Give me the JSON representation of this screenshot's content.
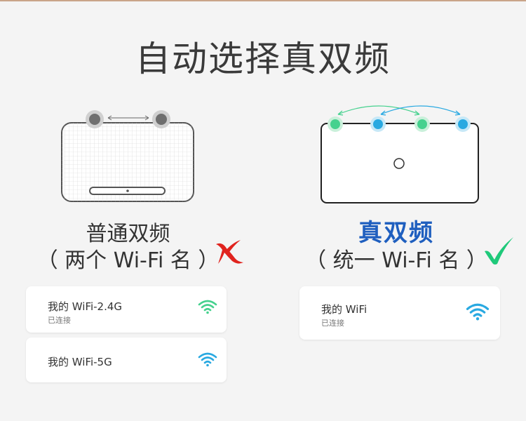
{
  "title": "自动选择真双频",
  "left": {
    "name": "普通双频",
    "subtitle": "（ 两个 Wi-Fi 名 ）",
    "networks": [
      {
        "name": "我的 WiFi-2.4G",
        "status": "已连接",
        "icon": "wifi-icon-green"
      },
      {
        "name": "我的 WiFi-5G",
        "icon": "wifi-icon-blue"
      }
    ],
    "mark_icon": "cross-icon"
  },
  "right": {
    "name": "真双频",
    "subtitle": "（ 统一 Wi-Fi 名 ）",
    "networks": [
      {
        "name": "我的 WiFi",
        "status": "已连接",
        "icon": "wifi-icon-blue"
      }
    ],
    "mark_icon": "check-icon"
  },
  "colors": {
    "green": "#45d18e",
    "blue": "#29a9e1",
    "red": "#e0231e",
    "true_title": "#1f5fbf"
  }
}
